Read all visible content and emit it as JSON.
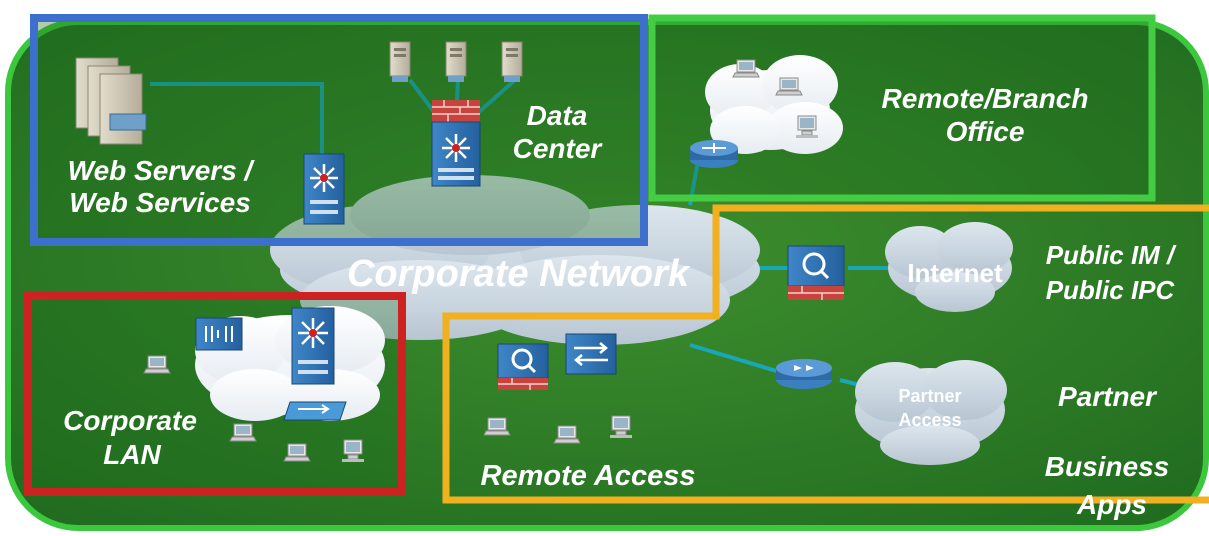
{
  "zones": {
    "datacenter": {
      "color": "#3d6fcc"
    },
    "branch": {
      "color": "#44cc44"
    },
    "lan": {
      "color": "#cc2222"
    },
    "remote": {
      "color": "#f0b020"
    }
  },
  "labels": {
    "web_servers_line1": "Web Servers /",
    "web_servers_line2": "Web Services",
    "data_center_line1": "Data",
    "data_center_line2": "Center",
    "branch_line1": "Remote/Branch",
    "branch_line2": "Office",
    "corporate_network": "Corporate Network",
    "internet": "Internet",
    "public_line1": "Public IM /",
    "public_line2": "Public IPC",
    "partner_access_line1": "Partner",
    "partner_access_line2": "Access",
    "partner": "Partner",
    "business_apps_line1": "Business",
    "business_apps_line2": "Apps",
    "corporate_lan_line1": "Corporate",
    "corporate_lan_line2": "LAN",
    "remote_access": "Remote Access"
  },
  "icons": [
    "server-stack-icon",
    "server-icon",
    "firewall-icon",
    "multilayer-switch-icon",
    "router-icon",
    "laptop-icon",
    "pc-icon",
    "vpn-concentrator-icon",
    "access-point-icon",
    "workgroup-switch-icon",
    "ip-phone-icon"
  ]
}
